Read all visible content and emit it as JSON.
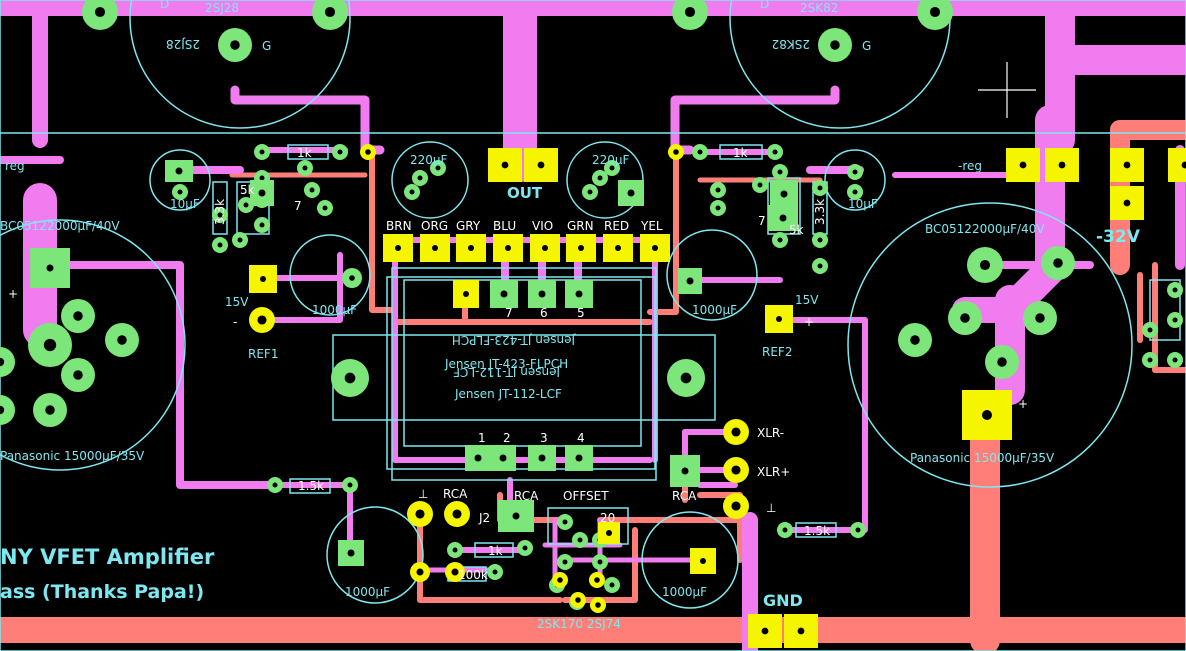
{
  "board": {
    "title_line1": "NY VFET Amplifier",
    "title_line2": "ass (Thanks Papa!)",
    "labels": {
      "jfet_left": "2SJ28",
      "jfet_left_mirror": "2SJ28",
      "jfet_right": "2SK82",
      "jfet_right_mirror": "2SK82",
      "gate_left": "G",
      "gate_right": "G",
      "drain_left": "D",
      "drain_right": "D",
      "out": "OUT",
      "reg_left": "reg",
      "reg_right": "-reg",
      "neg32": "-32V",
      "gnd": "GND",
      "bc_left": "BC05122000µF/40V",
      "bc_right": "BC05122000µF/40V",
      "pana_left": "Panasonic 15000µF/35V",
      "pana_right": "Panasonic 15000µF/35V",
      "v15_left": "15V",
      "v15_right": "15V",
      "ref1": "REF1",
      "ref2": "REF2",
      "minus": "-",
      "plus": "+",
      "c1000_left": "1000µF",
      "c1000_right": "1000µF",
      "c1000_bl": "1000µF",
      "c1000_br": "1000µF",
      "c220_left": "220µF",
      "c220_right": "220µF",
      "c10_left": "10µF",
      "c10_right": "10µF",
      "r1k_left": "1k",
      "r1k_right": "1k",
      "r1k_bottom": "1k",
      "r15k_left": "1.5k",
      "r15k_right": "1.5k",
      "r33k_left": "3.3k",
      "r33k_right": "3.3k",
      "r5k_left": "5k",
      "r5k_right": "5k",
      "r100k": "100k",
      "r7_left": "7",
      "r7_right": "7",
      "r20": "20",
      "brn": "BRN",
      "org": "ORG",
      "gry": "GRY",
      "blu": "BLU",
      "vio": "VIO",
      "grn": "GRN",
      "red": "RED",
      "yel": "YEL",
      "xfmr_mirror1": "Jensen JT-423-FLPCH",
      "xfmr_line1": "Jensen JT-423-FLPCH",
      "xfmr_mirror2": "Jensen JT-112-LCF",
      "xfmr_line2": "Jensen JT-112-LCF",
      "xlr_minus": "XLR-",
      "xlr_plus": "XLR+",
      "ground_sym": "⊥",
      "rca": "RCA",
      "rca2": "RCA",
      "rca3": "RCA",
      "j2": "J2",
      "offset": "OFFSET",
      "pin1": "1",
      "pin2": "2",
      "pin3": "3",
      "pin4": "4",
      "pin5": "5",
      "pin6": "6",
      "pin7": "7",
      "jfet_pair": "2SK170 2SJ74"
    },
    "colors": {
      "background": "#000000",
      "top_copper": "#f07cf0",
      "bottom_copper": "#ff7f78",
      "pad": "#7de67a",
      "square_pad": "#f5f500",
      "silkscreen": "#7ee7f0",
      "marker": "#ffffff"
    }
  }
}
